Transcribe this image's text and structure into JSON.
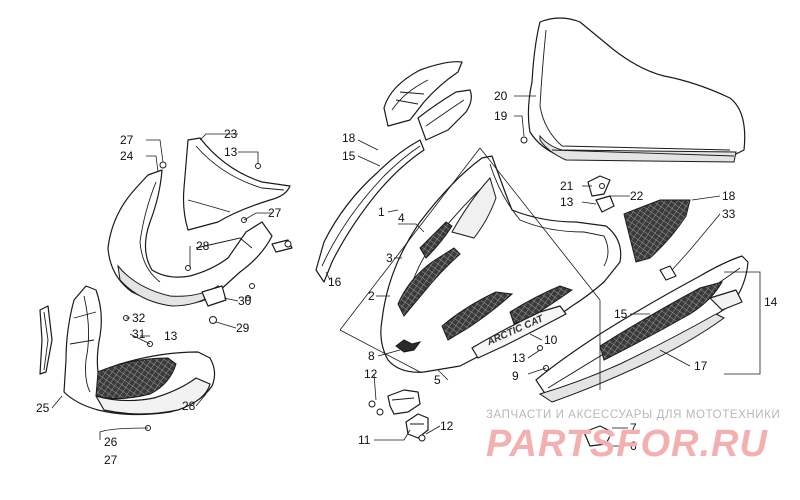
{
  "callouts": [
    "27",
    "24",
    "23",
    "13",
    "27",
    "28",
    "30",
    "29",
    "32",
    "31",
    "13",
    "25",
    "26",
    "27",
    "28",
    "18",
    "15",
    "1",
    "4",
    "3",
    "2",
    "16",
    "8",
    "12",
    "11",
    "12",
    "5",
    "13",
    "9",
    "10",
    "20",
    "19",
    "21",
    "13",
    "22",
    "18",
    "33",
    "15",
    "14",
    "17",
    "7",
    "6"
  ],
  "watermark": {
    "subtitle": "ЗАПЧАСТИ И АКСЕССУАРЫ ДЛЯ МОТОТЕХНИКИ",
    "brand": "PARTSFOR.RU"
  }
}
